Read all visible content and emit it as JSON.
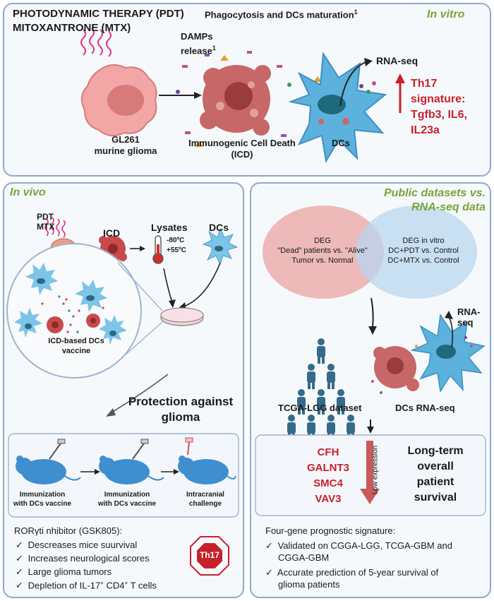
{
  "top": {
    "title_line1": "PHOTODYNAMIC THERAPY (PDT)",
    "title_line2": "MITOXANTRONE (MTX)",
    "phago_title": "Phagocytosis and DCs maturation",
    "phago_sup": "1",
    "in_vitro": "In vitro",
    "damps_line1": "DAMPs",
    "damps_line2": "release",
    "damps_sup": "1",
    "rnaseq": "RNA-seq",
    "th17_line1": "Th17 signature:",
    "th17_line2": "Tgfb3, IL6, IL23a",
    "gl261_line1": "GL261",
    "gl261_line2": "murine glioma",
    "icd_line1": "Immunogenic Cell Death",
    "icd_line2": "(ICD)",
    "dcs": "DCs"
  },
  "left": {
    "in_vivo": "In vivo",
    "pdt": "PDT",
    "mtx": "MTX",
    "icd": "ICD",
    "lysates": "Lysates",
    "temp1": "-80ºC",
    "temp2": "+55ºC",
    "dcs": "DCs",
    "vaccine_line1": "ICD-based DCs",
    "vaccine_line2": "vaccine",
    "protection_line1": "Protection against",
    "protection_line2": "glioma",
    "step1_line1": "Immunization",
    "step1_line2": "with DCs vaccine",
    "step2_line1": "Immunization",
    "step2_line2": "with DCs vaccine",
    "step3_line1": "Intracranial",
    "step3_line2": "challenge",
    "inhibitor": "RORγti nhibitor (GSK805):",
    "items": [
      "Descreases mice suurvival",
      "Increases neurological scores",
      "Large glioma tumors"
    ],
    "item4_pre": "Depletion of IL-17",
    "item4_sup1": "+",
    "item4_mid": " CD4",
    "item4_sup2": "+",
    "item4_post": " T cells",
    "stop_label": "Th17",
    "colors": {
      "accent_green": "#7aa33b",
      "stop_red": "#c8202a",
      "mouse_blue": "#3f8fd0"
    }
  },
  "right": {
    "title_line1": "Public datasets vs.",
    "title_line2": "RNA-seq data",
    "deg_left_line1": "DEG",
    "deg_left_line2": "\"Dead\" patients vs. \"Alive\"",
    "deg_left_line3": "Tumor vs. Normal",
    "deg_right_line1": "DEG in vitro",
    "deg_right_line2": "DC+PDT vs. Control",
    "deg_right_line3": "DC+MTX vs. Control",
    "rnaseq": "RNA-seq",
    "tcga": "TCGA-LGG dataset",
    "dcs_rnaseq": "DCs RNA-seq",
    "genes": [
      "CFH",
      "GALNT3",
      "SMC4",
      "VAV3"
    ],
    "low_expression": "Low expression",
    "outcome_line1": "Long-term",
    "outcome_line2": "overall",
    "outcome_line3": "patient",
    "outcome_line4": "survival",
    "signature": "Four-gene prognostic signature:",
    "val_line1": "Validated on CGGA-LGG, TCGA-GBM and",
    "val_line2": "CGGA-GBM",
    "acc_line1": "Accurate prediction of 5-year survival of",
    "acc_line2": "glioma patients"
  }
}
